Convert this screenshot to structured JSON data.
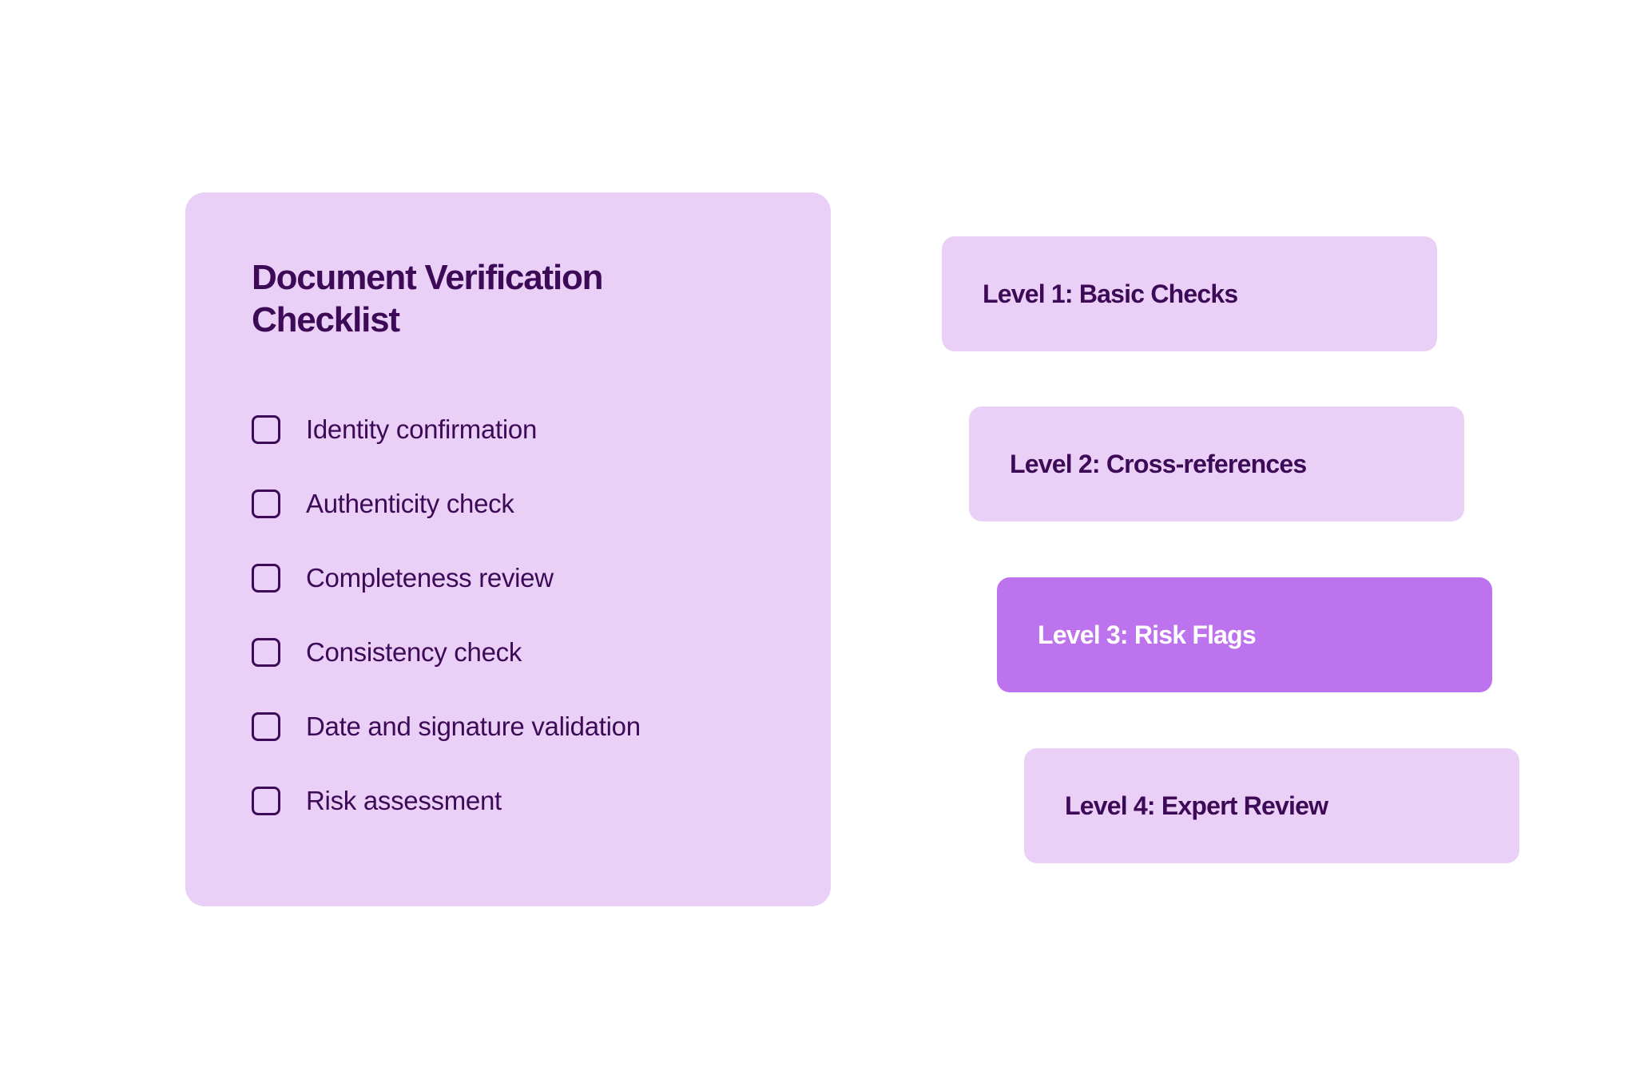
{
  "checklist": {
    "title": "Document Verification Checklist",
    "items": [
      {
        "label": "Identity confirmation",
        "checked": false
      },
      {
        "label": "Authenticity check",
        "checked": false
      },
      {
        "label": "Completeness review",
        "checked": false
      },
      {
        "label": "Consistency check",
        "checked": false
      },
      {
        "label": "Date and signature validation",
        "checked": false
      },
      {
        "label": "Risk assessment",
        "checked": false
      }
    ]
  },
  "levels": [
    {
      "label": "Level 1: Basic Checks",
      "active": false
    },
    {
      "label": "Level 2: Cross-references",
      "active": false
    },
    {
      "label": "Level 3: Risk Flags",
      "active": true
    },
    {
      "label": "Level 4: Expert Review",
      "active": false
    }
  ],
  "colors": {
    "card_background": "#ead0f6",
    "active_level": "#bd72ee",
    "text_dark": "#3d0a57",
    "text_on_active": "#ffffff"
  }
}
